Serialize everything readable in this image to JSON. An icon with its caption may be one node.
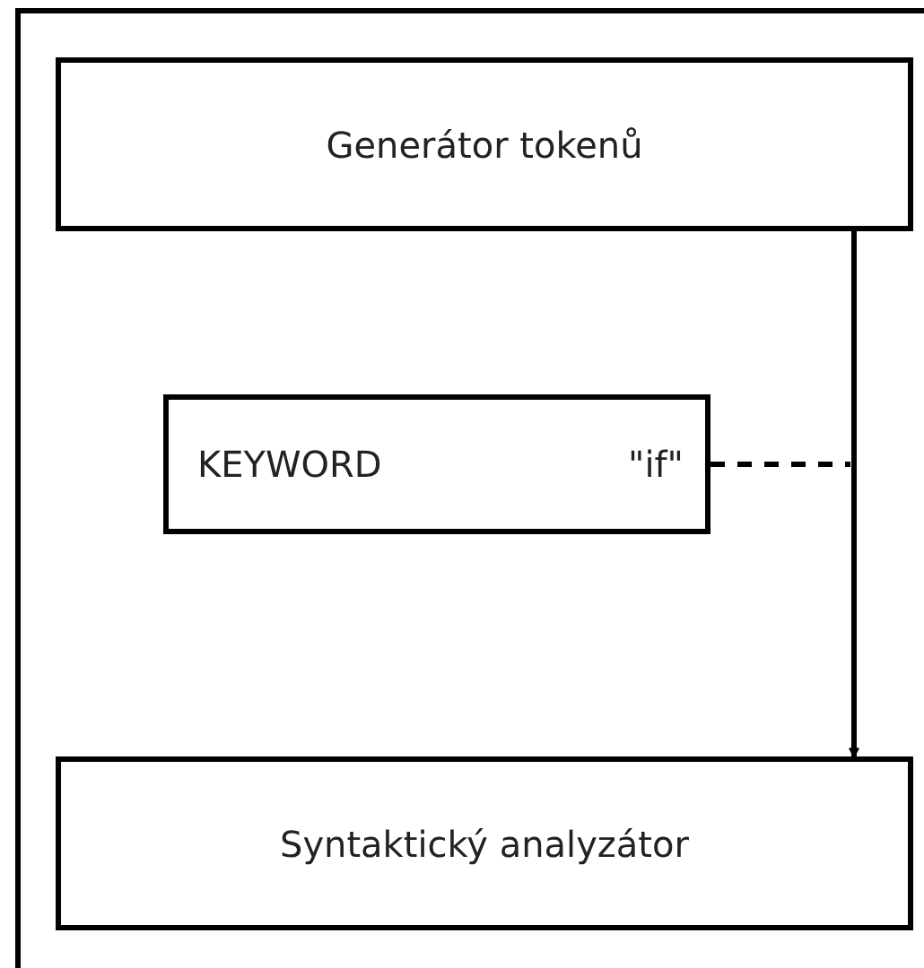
{
  "diagram": {
    "nodes": [
      {
        "text": [
          "Generátor tokenů"
        ]
      },
      {
        "text": [
          "KEYWORD",
          "\"if\""
        ]
      },
      {
        "text": [
          "Syntaktický analyzátor"
        ]
      }
    ],
    "edges": [
      {
        "from": 0,
        "to": 2,
        "arrow": "to"
      },
      {
        "from": 1,
        "to": null,
        "arrow": "none",
        "style": "dashed"
      }
    ]
  }
}
